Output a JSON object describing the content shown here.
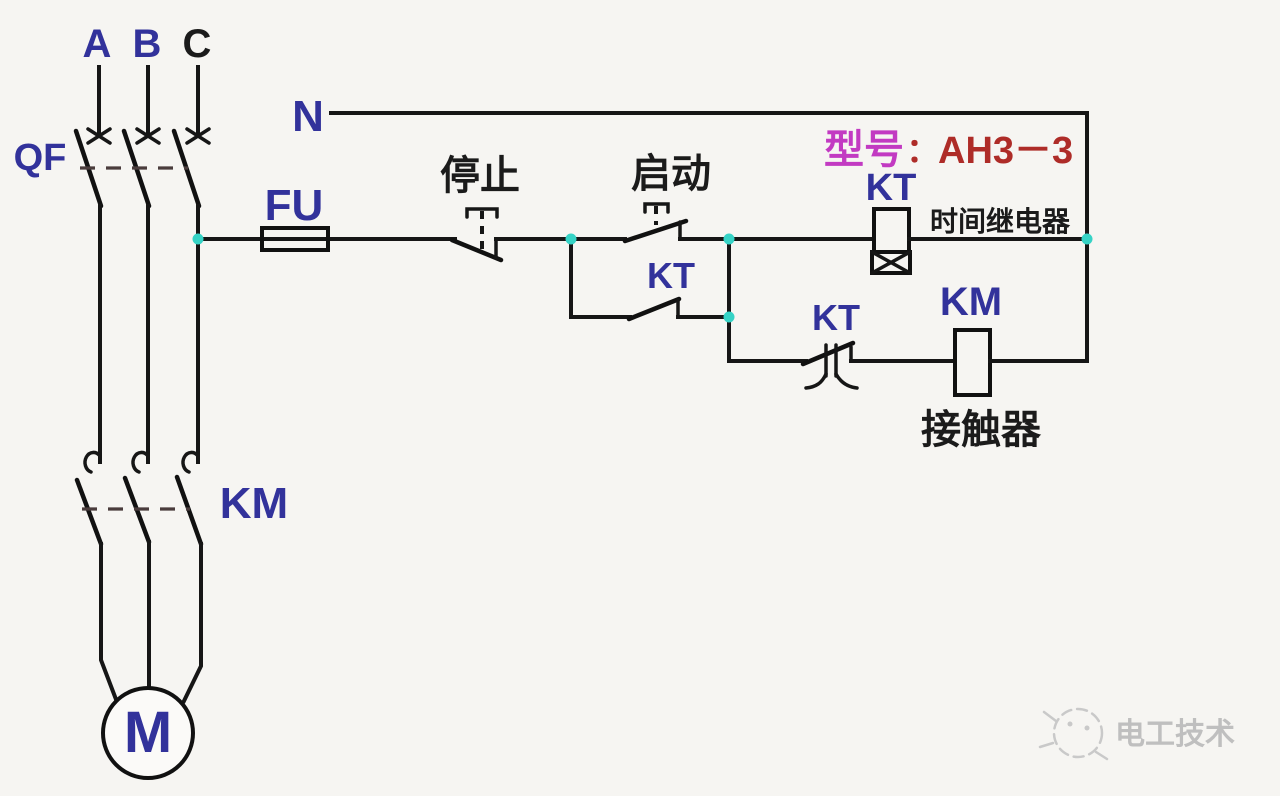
{
  "diagram": {
    "labels": {
      "phase_a": "A",
      "phase_b": "B",
      "phase_c": "C",
      "breaker": "QF",
      "neutral": "N",
      "fuse": "FU",
      "stop_button": "停止",
      "start_button": "启动",
      "kt_seal_contact": "KT",
      "kt_coil": "KT",
      "kt_delay_contact": "KT",
      "km_coil": "KM",
      "km_main_contacts": "KM",
      "model_label": "型号",
      "model_colon": "：",
      "model_value": "AH3－3",
      "time_relay_caption": "时间继电器",
      "contactor_caption": "接触器",
      "motor": "M",
      "watermark_text": "电工技术"
    },
    "colors": {
      "wire_black": "#161616",
      "label_blue": "#32329b",
      "label_black": "#1b1b1b",
      "model_magenta": "#c23ac2",
      "model_red": "#ae2c28",
      "junction_teal": "#36d3c6",
      "linkage_dash": "#4a3c3c",
      "background": "#f6f5f2",
      "watermark_gray": "#bfbfbf"
    }
  }
}
